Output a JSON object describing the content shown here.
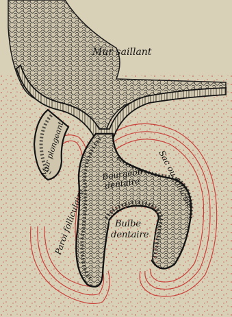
{
  "figure": {
    "labels": {
      "mur_saillant": "Mur saillant",
      "mur_plongeant": "Mur plongeant",
      "paroi_folliculaire": "Paroi folliculaire",
      "sac_ou_follicule": "Sac ou follicule",
      "bourgeon_line1": "Bourgeon",
      "bourgeon_line2": "dentaire",
      "bulbe_line1": "Bulbe",
      "bulbe_line2": "dentaire"
    },
    "colors": {
      "background": "#d9d0b8",
      "ink": "#141414",
      "connective_red": "#c9413a",
      "epithelium_fill": "#cfc6ad"
    }
  }
}
